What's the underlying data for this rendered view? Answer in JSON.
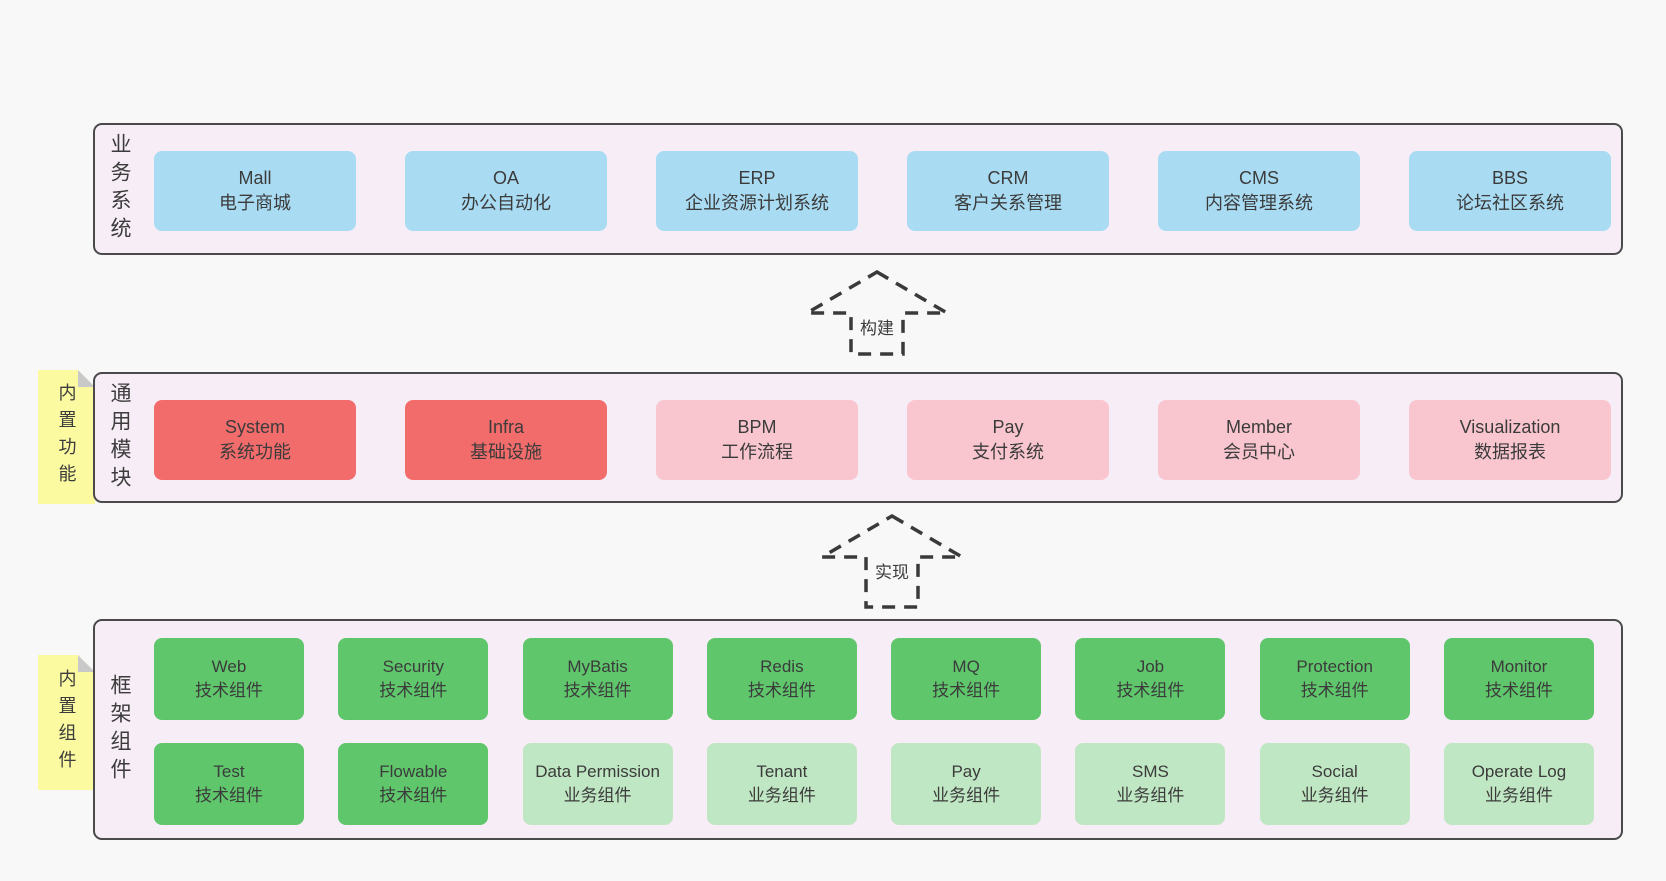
{
  "colors": {
    "page_bg": "#f8f8f8",
    "band_bg": "#f7edf6",
    "band_border": "#4a4a4a",
    "blue_box": "#a9dcf3",
    "red_box": "#f36c6c",
    "pink_box": "#f9c6cf",
    "green_box": "#5fc66c",
    "light_green_box": "#c0e7c3",
    "sticky_bg": "#fbfaa1",
    "sticky_fold": "#c9c9c9",
    "text": "#3c3c3c"
  },
  "arrows": [
    {
      "label": "构建"
    },
    {
      "label": "实现"
    }
  ],
  "sections": [
    {
      "label": "业务系统",
      "rows": [
        {
          "boxes": [
            {
              "name": "Mall",
              "desc": "电子商城"
            },
            {
              "name": "OA",
              "desc": "办公自动化"
            },
            {
              "name": "ERP",
              "desc": "企业资源计划系统"
            },
            {
              "name": "CRM",
              "desc": "客户关系管理"
            },
            {
              "name": "CMS",
              "desc": "内容管理系统"
            },
            {
              "name": "BBS",
              "desc": "论坛社区系统"
            }
          ]
        }
      ]
    },
    {
      "label": "通用模块",
      "sticky": "内置功能",
      "rows": [
        {
          "boxes": [
            {
              "name": "System",
              "desc": "系统功能"
            },
            {
              "name": "Infra",
              "desc": "基础设施"
            },
            {
              "name": "BPM",
              "desc": "工作流程"
            },
            {
              "name": "Pay",
              "desc": "支付系统"
            },
            {
              "name": "Member",
              "desc": "会员中心"
            },
            {
              "name": "Visualization",
              "desc": "数据报表"
            }
          ]
        }
      ]
    },
    {
      "label": "框架组件",
      "sticky": "内置组件",
      "rows": [
        {
          "boxes": [
            {
              "name": "Web",
              "desc": "技术组件"
            },
            {
              "name": "Security",
              "desc": "技术组件"
            },
            {
              "name": "MyBatis",
              "desc": "技术组件"
            },
            {
              "name": "Redis",
              "desc": "技术组件"
            },
            {
              "name": "MQ",
              "desc": "技术组件"
            },
            {
              "name": "Job",
              "desc": "技术组件"
            },
            {
              "name": "Protection",
              "desc": "技术组件"
            },
            {
              "name": "Monitor",
              "desc": "技术组件"
            }
          ]
        },
        {
          "boxes": [
            {
              "name": "Test",
              "desc": "技术组件"
            },
            {
              "name": "Flowable",
              "desc": "技术组件"
            },
            {
              "name": "Data Permission",
              "desc": "业务组件"
            },
            {
              "name": "Tenant",
              "desc": "业务组件"
            },
            {
              "name": "Pay",
              "desc": "业务组件"
            },
            {
              "name": "SMS",
              "desc": "业务组件"
            },
            {
              "name": "Social",
              "desc": "业务组件"
            },
            {
              "name": "Operate Log",
              "desc": "业务组件"
            }
          ]
        }
      ]
    }
  ]
}
